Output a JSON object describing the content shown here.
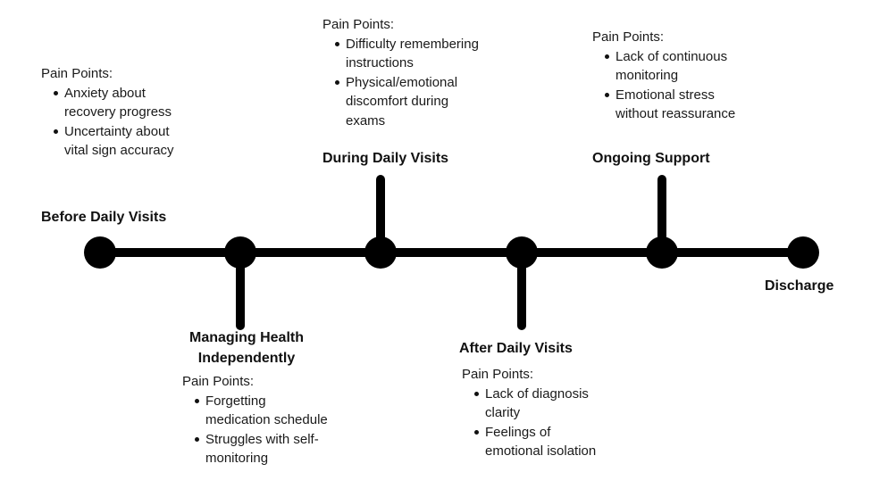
{
  "stages": [
    {
      "title": "Before Daily Visits",
      "pain_heading": "Pain Points:",
      "pain_points": [
        "Anxiety about recovery progress",
        "Uncertainty about vital sign accuracy"
      ]
    },
    {
      "title": "Managing Health Independently",
      "pain_heading": "Pain Points:",
      "pain_points": [
        "Forgetting medication schedule",
        "Struggles with self-monitoring"
      ]
    },
    {
      "title": "During Daily Visits",
      "pain_heading": "Pain Points:",
      "pain_points": [
        "Difficulty remembering instructions",
        "Physical/emotional discomfort during exams"
      ]
    },
    {
      "title": "After Daily Visits",
      "pain_heading": "Pain Points:",
      "pain_points": [
        "Lack of diagnosis clarity",
        "Feelings of emotional isolation"
      ]
    },
    {
      "title": "Ongoing Support",
      "pain_heading": "Pain Points:",
      "pain_points": [
        "Lack of continuous monitoring",
        "Emotional stress without reassurance"
      ]
    },
    {
      "title": "Discharge"
    }
  ],
  "colors": {
    "line": "#000000",
    "text": "#1a1a1a"
  }
}
